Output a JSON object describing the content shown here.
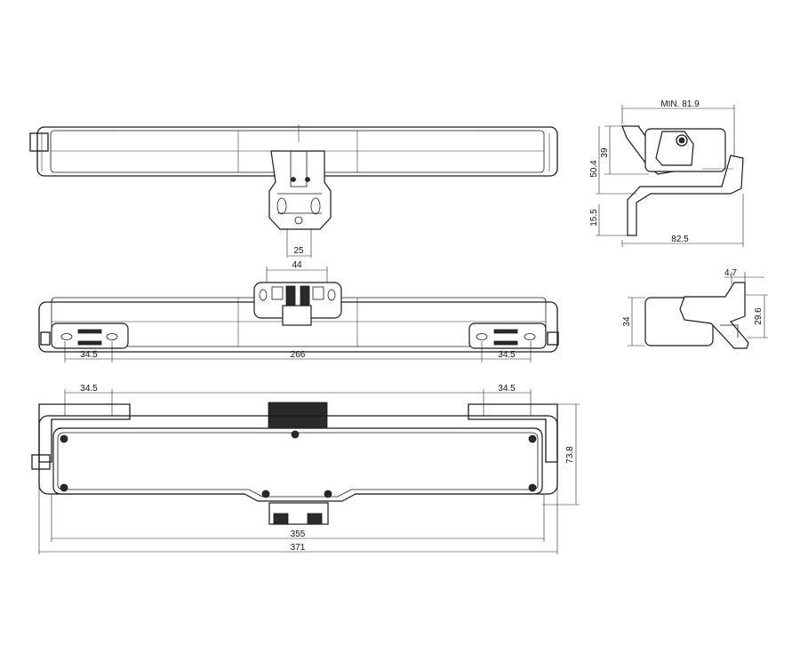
{
  "dimensions": {
    "top_mount_width": "25",
    "bracket_width": "44",
    "left_spacing_mid": "34.5",
    "center_spacing": "266",
    "right_spacing_mid": "34.5",
    "left_spacing_bottom": "34.5",
    "right_spacing_bottom": "34.5",
    "inner_length": "355",
    "total_length": "371",
    "bottom_height": "73.8",
    "side_min_width": "MIN. 81.9",
    "side_height_39": "39",
    "side_height_50_4": "50.4",
    "side_height_15_5": "15.5",
    "side_width_82_5": "82.5",
    "small_side_4_7": "4.7",
    "small_side_34": "34",
    "small_side_29_6": "29.6"
  }
}
